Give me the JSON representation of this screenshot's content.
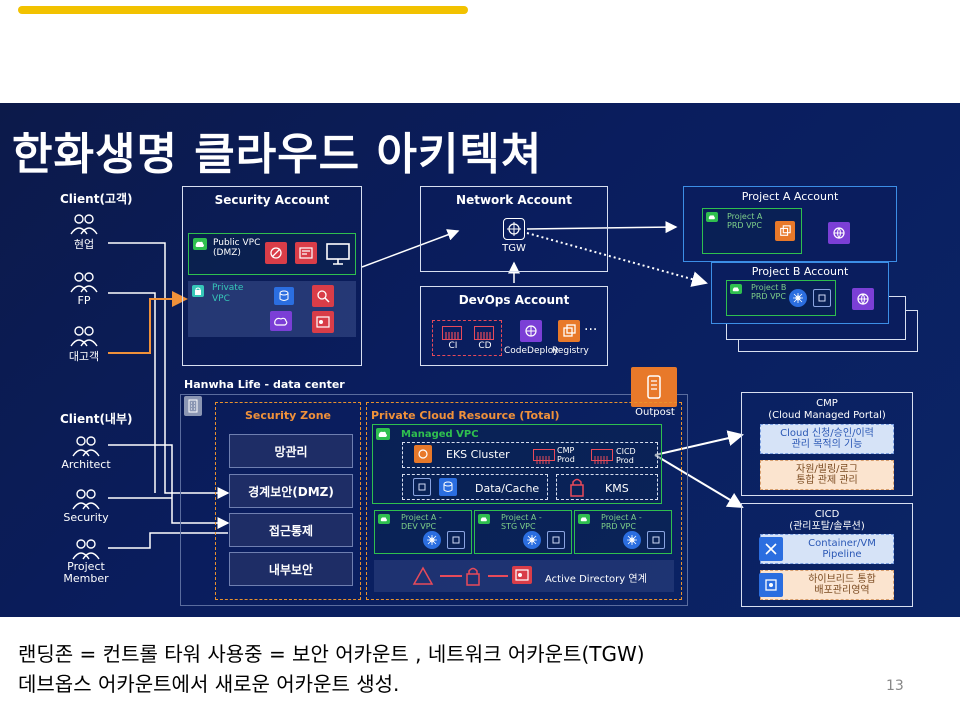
{
  "title": "한화생명 클라우드 아키텍쳐",
  "clients_external": {
    "header": "Client(고객)",
    "items": [
      "현업",
      "FP",
      "대고객"
    ]
  },
  "clients_internal": {
    "header": "Client(내부)",
    "items": [
      "Architect",
      "Security",
      "Project\nMember"
    ]
  },
  "security_account": {
    "title": "Security Account",
    "public_vpc": "Public VPC\n(DMZ)",
    "private_vpc": "Private\nVPC"
  },
  "network_account": {
    "title": "Network Account",
    "tgw": "TGW"
  },
  "devops_account": {
    "title": "DevOps Account",
    "ci": "CI",
    "cd": "CD",
    "codedeploy": "CodeDeploy",
    "registry": "Registry",
    "more": "..."
  },
  "project_a_account": {
    "title": "Project A Account",
    "vpc": "Project A\nPRD VPC"
  },
  "project_b_account": {
    "title": "Project B Account",
    "vpc": "Project B\nPRD VPC"
  },
  "datacenter": {
    "title": "Hanwha Life - data center",
    "outpost": "Outpost"
  },
  "security_zone": {
    "title": "Security Zone",
    "items": [
      "망관리",
      "경계보안(DMZ)",
      "접근통제",
      "내부보안"
    ]
  },
  "private_cloud": {
    "title": "Private Cloud Resource (Total)",
    "managed_vpc": "Managed VPC",
    "eks": "EKS Cluster",
    "cmp_prod": "CMP\nProd",
    "cicd_prod": "CICD\nProd",
    "data_cache": "Data/Cache",
    "kms": "KMS",
    "dev_vpc": "Project A -\nDEV VPC",
    "stg_vpc": "Project A -\nSTG VPC",
    "prd_vpc": "Project A -\nPRD VPC",
    "active_directory": "Active Directory 연계"
  },
  "cmp": {
    "title": "CMP\n(Cloud Managed Portal)",
    "item1": "Cloud 신청/승인/이력\n관리 목적의 기능",
    "item2": "자원/빌링/로그\n통합 관제 관리"
  },
  "cicd": {
    "title": "CICD\n(관리포탈/솔루션)",
    "item1": "Container/VM\nPipeline",
    "item2": "하이브리드 통합\n배포관리영역"
  },
  "caption": {
    "line1": "랜딩존 = 컨트롤 타워 사용중 = 보안 어카운트 , 네트워크 어카운트(TGW)",
    "line2": "데브옵스 어카운트에서 새로운 어카운트 생성."
  },
  "page_number": "13"
}
